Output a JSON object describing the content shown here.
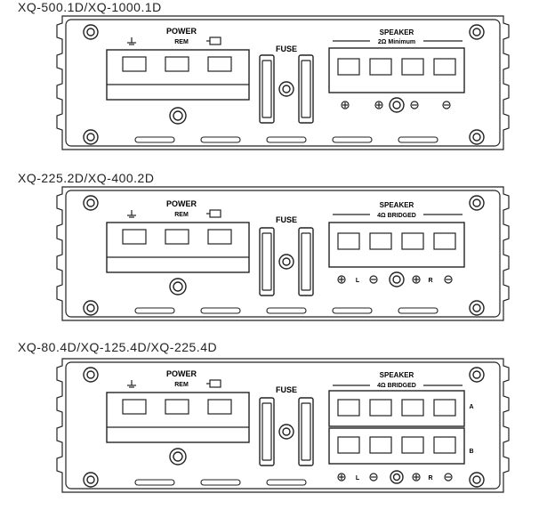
{
  "panels": [
    {
      "model": "XQ-500.1D/XQ-1000.1D",
      "power_label": "POWER",
      "rem_label": "REM",
      "fuse_label": "FUSE",
      "speaker_label": "SPEAKER",
      "speaker_sub": "2Ω Minimum",
      "channel_labels": [],
      "terminal_marks": [
        "plus",
        "plus",
        "minus",
        "minus"
      ],
      "ch_letters": []
    },
    {
      "model": "XQ-225.2D/XQ-400.2D",
      "power_label": "POWER",
      "rem_label": "REM",
      "fuse_label": "FUSE",
      "speaker_label": "SPEAKER",
      "speaker_sub": "4Ω BRIDGED",
      "channel_labels": [
        "L",
        "R"
      ],
      "terminal_marks": [
        "plus",
        "minus",
        "plus",
        "minus"
      ],
      "ch_letters": []
    },
    {
      "model": "XQ-80.4D/XQ-125.4D/XQ-225.4D",
      "power_label": "POWER",
      "rem_label": "REM",
      "fuse_label": "FUSE",
      "speaker_label": "SPEAKER",
      "speaker_sub": "4Ω BRIDGED",
      "channel_labels": [
        "L",
        "R"
      ],
      "terminal_marks": [
        "plus",
        "minus",
        "plus",
        "minus"
      ],
      "ch_letters": [
        "A",
        "B"
      ]
    }
  ],
  "colors": {
    "ink": "#222222",
    "background": "#ffffff"
  }
}
